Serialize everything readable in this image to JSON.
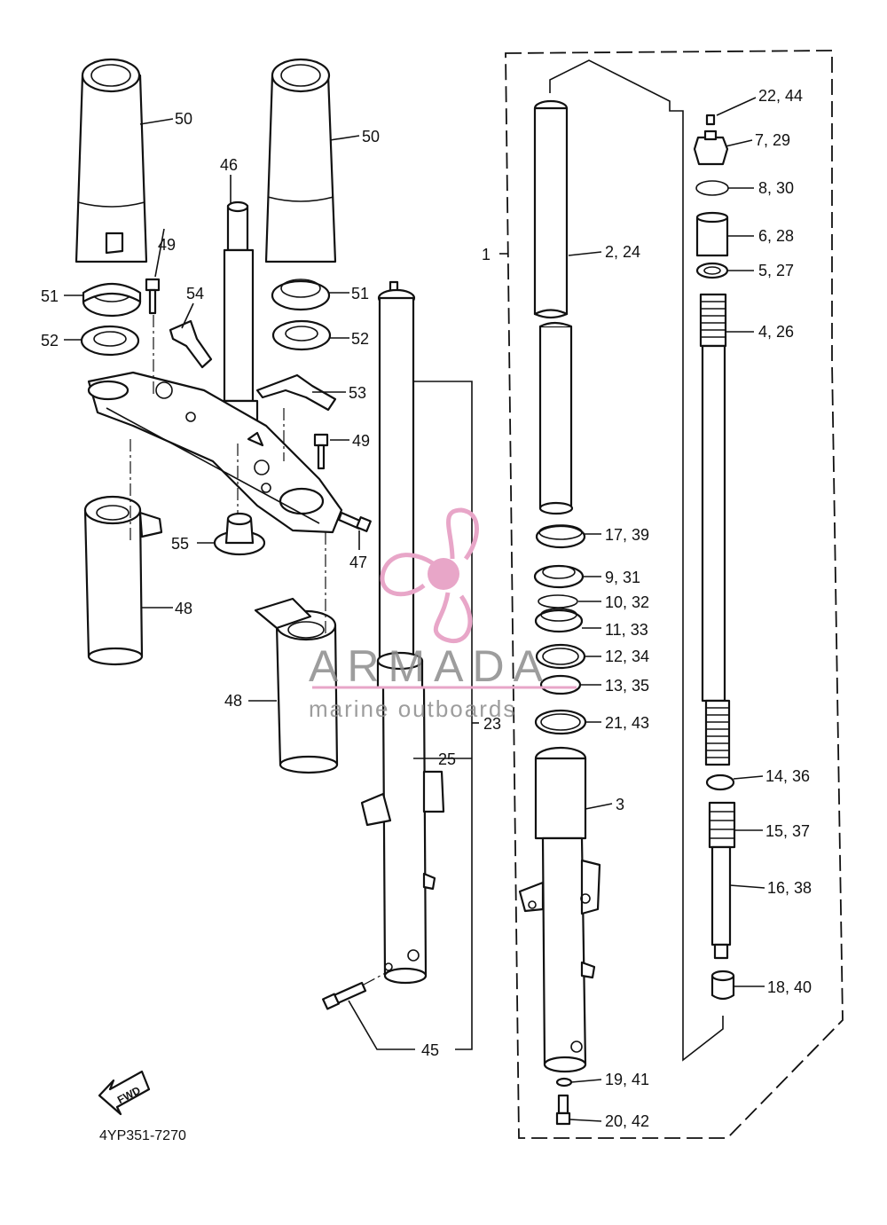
{
  "diagram_code": "4YP351-7270",
  "fwd_label": "FWD",
  "watermark": {
    "brand": "ARMADA",
    "tagline": "marine outboards",
    "brand_color": "#e8a6c8"
  },
  "callouts": {
    "c1": "1",
    "c2_24": "2, 24",
    "c3": "3",
    "c4_26": "4, 26",
    "c5_27": "5, 27",
    "c6_28": "6, 28",
    "c7_29": "7, 29",
    "c8_30": "8, 30",
    "c9_31": "9, 31",
    "c10_32": "10, 32",
    "c11_33": "11, 33",
    "c12_34": "12, 34",
    "c13_35": "13, 35",
    "c14_36": "14, 36",
    "c15_37": "15, 37",
    "c16_38": "16, 38",
    "c17_39": "17, 39",
    "c18_40": "18, 40",
    "c19_41": "19, 41",
    "c20_42": "20, 42",
    "c21_43": "21, 43",
    "c22_44": "22, 44",
    "c23": "23",
    "c25": "25",
    "c45": "45",
    "c46": "46",
    "c47": "47",
    "c48a": "48",
    "c48b": "48",
    "c49a": "49",
    "c49b": "49",
    "c50a": "50",
    "c50b": "50",
    "c51a": "51",
    "c51b": "51",
    "c52a": "52",
    "c52b": "52",
    "c53": "53",
    "c54": "54",
    "c55": "55"
  }
}
